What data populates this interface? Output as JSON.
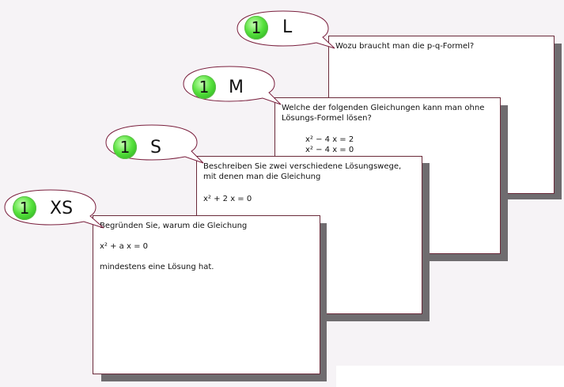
{
  "cards": [
    {
      "level": "L",
      "number": "1",
      "lines": [
        "Wozu braucht man die p-q-Formel?"
      ]
    },
    {
      "level": "M",
      "number": "1",
      "intro": "Welche der folgenden Gleichungen kann man ohne Lösungs-Formel lösen?",
      "options": [
        {
          "box": "",
          "equation": "x² − 4 x = 2"
        },
        {
          "box": "",
          "equation": "x² − 4 x = 0"
        }
      ]
    },
    {
      "level": "S",
      "number": "1",
      "intro": "Beschreiben Sie zwei verschiedene Lösungswege, mit denen man die Gleichung",
      "equation": "x² + 2 x = 0"
    },
    {
      "level": "XS",
      "number": "1",
      "intro": "Begründen Sie, warum die Gleichung",
      "equation": "x² + a x = 0",
      "outro": "mindestens eine Lösung hat."
    }
  ],
  "colors": {
    "bubble_border": "#7a1f3d",
    "page_border": "#6a2a3a",
    "shadow": "#6f6c6f",
    "badge_green": "#3fd22a"
  },
  "icons": [
    "speech-bubble-icon",
    "green-circle-badge-icon",
    "checkbox-icon"
  ]
}
